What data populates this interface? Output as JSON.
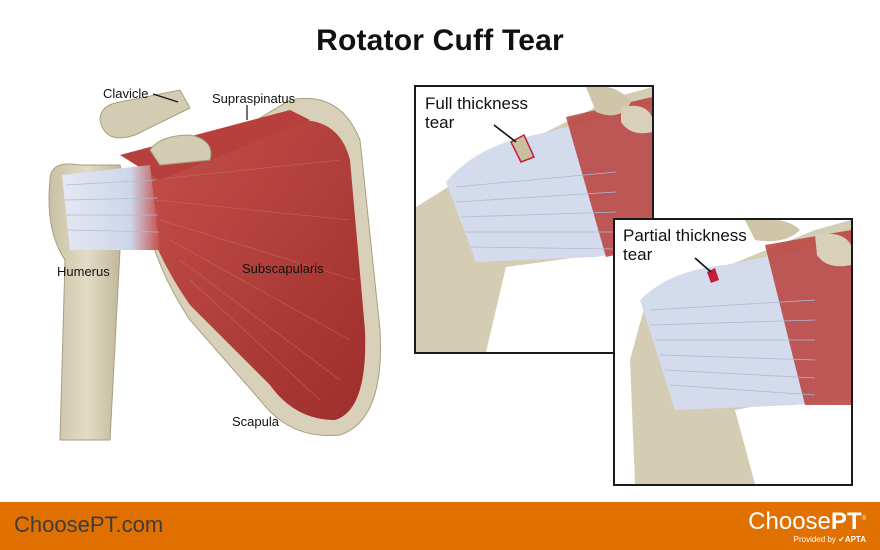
{
  "title": "Rotator Cuff Tear",
  "main_illustration": {
    "labels": {
      "clavicle": "Clavicle",
      "supraspinatus": "Supraspinatus",
      "humerus": "Humerus",
      "subscapularis": "Subscapularis",
      "scapula": "Scapula"
    }
  },
  "insets": [
    {
      "label_line1": "Full thickness",
      "label_line2": "tear"
    },
    {
      "label_line1": "Partial thickness",
      "label_line2": "tear"
    }
  ],
  "footer": {
    "url": "ChoosePT.com",
    "brand_light": "Choose",
    "brand_bold": "PT",
    "brand_tm": "®",
    "provided_by": "Provided by",
    "apta": "APTA"
  },
  "colors": {
    "footer_bg": "#E07000",
    "muscle": "#B8403C",
    "bone": "#D8D0B8",
    "tendon": "#D5DCEC"
  }
}
